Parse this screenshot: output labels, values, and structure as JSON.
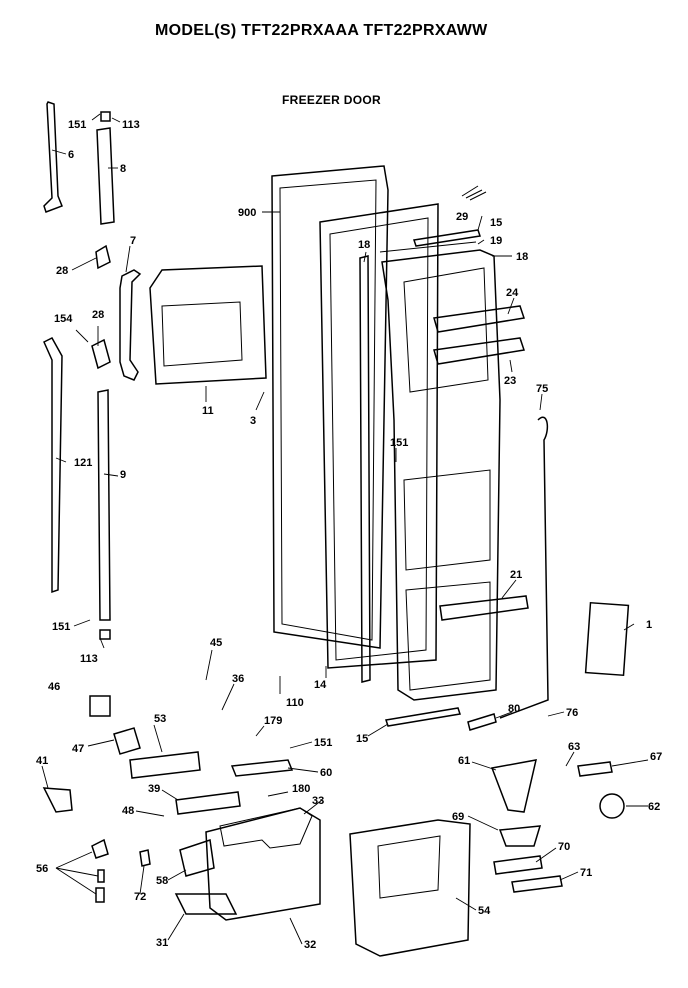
{
  "header": {
    "title": "MODEL(S) TFT22PRXAAA  TFT22PRXAWW",
    "subtitle": "FREEZER DOOR"
  },
  "callouts": [
    {
      "id": "c-151a",
      "text": "151"
    },
    {
      "id": "c-113a",
      "text": "113"
    },
    {
      "id": "c-6",
      "text": "6"
    },
    {
      "id": "c-8",
      "text": "8"
    },
    {
      "id": "c-7",
      "text": "7"
    },
    {
      "id": "c-28a",
      "text": "28"
    },
    {
      "id": "c-154",
      "text": "154"
    },
    {
      "id": "c-28b",
      "text": "28"
    },
    {
      "id": "c-121",
      "text": "121"
    },
    {
      "id": "c-9",
      "text": "9"
    },
    {
      "id": "c-151b",
      "text": "151"
    },
    {
      "id": "c-113b",
      "text": "113"
    },
    {
      "id": "c-900",
      "text": "900"
    },
    {
      "id": "c-11",
      "text": "11"
    },
    {
      "id": "c-3",
      "text": "3"
    },
    {
      "id": "c-18a",
      "text": "18"
    },
    {
      "id": "c-14",
      "text": "14"
    },
    {
      "id": "c-29",
      "text": "29"
    },
    {
      "id": "c-15a",
      "text": "15"
    },
    {
      "id": "c-19",
      "text": "19"
    },
    {
      "id": "c-18b",
      "text": "18"
    },
    {
      "id": "c-24",
      "text": "24"
    },
    {
      "id": "c-23",
      "text": "23"
    },
    {
      "id": "c-151c",
      "text": "151"
    },
    {
      "id": "c-75",
      "text": "75"
    },
    {
      "id": "c-21",
      "text": "21"
    },
    {
      "id": "c-1",
      "text": "1"
    },
    {
      "id": "c-45",
      "text": "45"
    },
    {
      "id": "c-46",
      "text": "46"
    },
    {
      "id": "c-36",
      "text": "36"
    },
    {
      "id": "c-110",
      "text": "110"
    },
    {
      "id": "c-15b",
      "text": "15"
    },
    {
      "id": "c-80",
      "text": "80"
    },
    {
      "id": "c-76",
      "text": "76"
    },
    {
      "id": "c-53",
      "text": "53"
    },
    {
      "id": "c-47",
      "text": "47"
    },
    {
      "id": "c-179",
      "text": "179"
    },
    {
      "id": "c-151d",
      "text": "151"
    },
    {
      "id": "c-41",
      "text": "41"
    },
    {
      "id": "c-60",
      "text": "60"
    },
    {
      "id": "c-61",
      "text": "61"
    },
    {
      "id": "c-63",
      "text": "63"
    },
    {
      "id": "c-67",
      "text": "67"
    },
    {
      "id": "c-39",
      "text": "39"
    },
    {
      "id": "c-180",
      "text": "180"
    },
    {
      "id": "c-33",
      "text": "33"
    },
    {
      "id": "c-48",
      "text": "48"
    },
    {
      "id": "c-62",
      "text": "62"
    },
    {
      "id": "c-69",
      "text": "69"
    },
    {
      "id": "c-70",
      "text": "70"
    },
    {
      "id": "c-56",
      "text": "56"
    },
    {
      "id": "c-72",
      "text": "72"
    },
    {
      "id": "c-58",
      "text": "58"
    },
    {
      "id": "c-71",
      "text": "71"
    },
    {
      "id": "c-54",
      "text": "54"
    },
    {
      "id": "c-31",
      "text": "31"
    },
    {
      "id": "c-32",
      "text": "32"
    }
  ]
}
